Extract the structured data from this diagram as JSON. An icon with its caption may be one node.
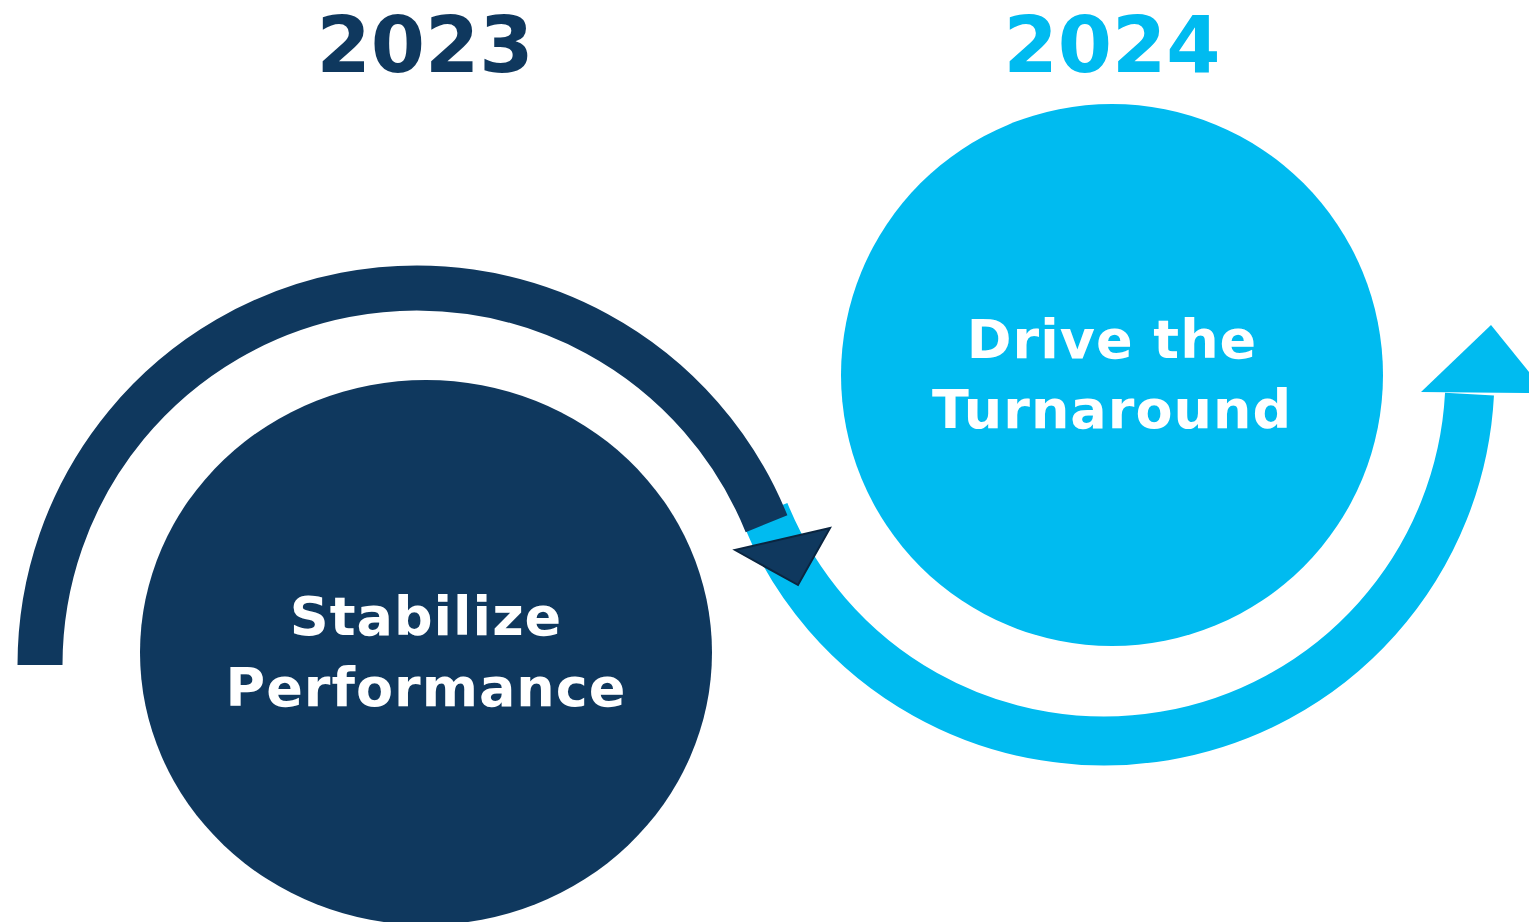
{
  "diagram": {
    "nodes": [
      {
        "text": [
          "Stabilize Performance"
        ],
        "beside": [
          "2023"
        ]
      },
      {
        "text": [
          "Drive the Turnaround"
        ],
        "beside": [
          "2024"
        ]
      }
    ]
  }
}
